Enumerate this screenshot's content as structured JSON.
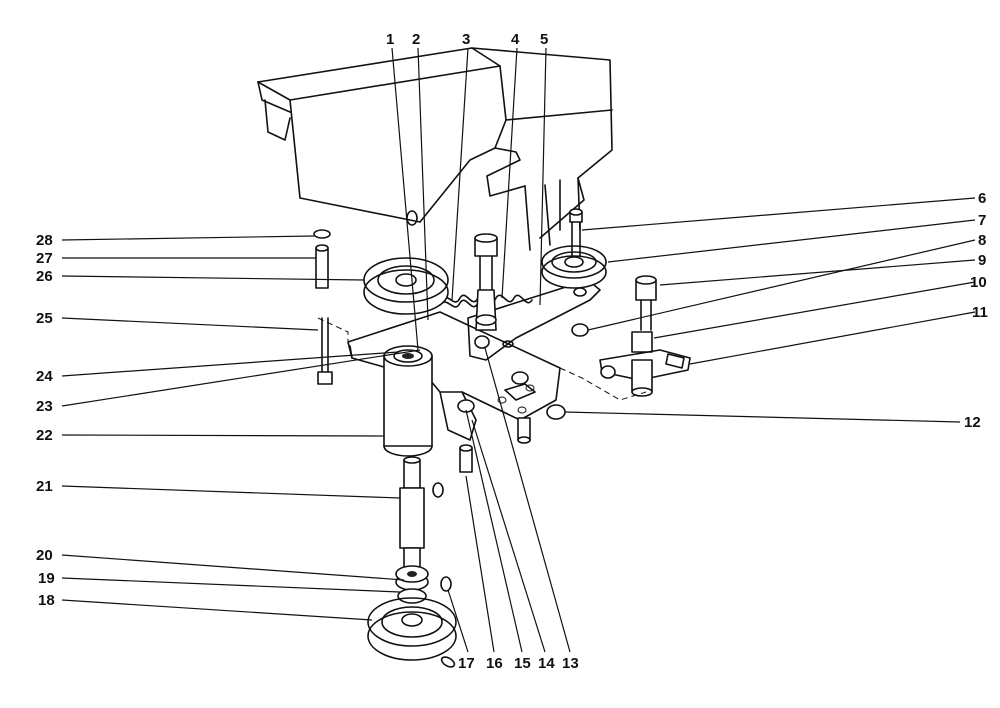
{
  "diagram": {
    "callouts": [
      {
        "id": "1",
        "text": "1"
      },
      {
        "id": "2",
        "text": "2"
      },
      {
        "id": "3",
        "text": "3"
      },
      {
        "id": "4",
        "text": "4"
      },
      {
        "id": "5",
        "text": "5"
      },
      {
        "id": "6",
        "text": "6"
      },
      {
        "id": "7",
        "text": "7"
      },
      {
        "id": "8",
        "text": "8"
      },
      {
        "id": "9",
        "text": "9"
      },
      {
        "id": "10",
        "text": "10"
      },
      {
        "id": "11",
        "text": "11"
      },
      {
        "id": "12",
        "text": "12"
      },
      {
        "id": "13",
        "text": "13"
      },
      {
        "id": "14",
        "text": "14"
      },
      {
        "id": "15",
        "text": "15"
      },
      {
        "id": "16",
        "text": "16"
      },
      {
        "id": "17",
        "text": "17"
      },
      {
        "id": "18",
        "text": "18"
      },
      {
        "id": "19",
        "text": "19"
      },
      {
        "id": "20",
        "text": "20"
      },
      {
        "id": "21",
        "text": "21"
      },
      {
        "id": "22",
        "text": "22"
      },
      {
        "id": "23",
        "text": "23"
      },
      {
        "id": "24",
        "text": "24"
      },
      {
        "id": "25",
        "text": "25"
      },
      {
        "id": "26",
        "text": "26"
      },
      {
        "id": "27",
        "text": "27"
      },
      {
        "id": "28",
        "text": "28"
      }
    ]
  }
}
